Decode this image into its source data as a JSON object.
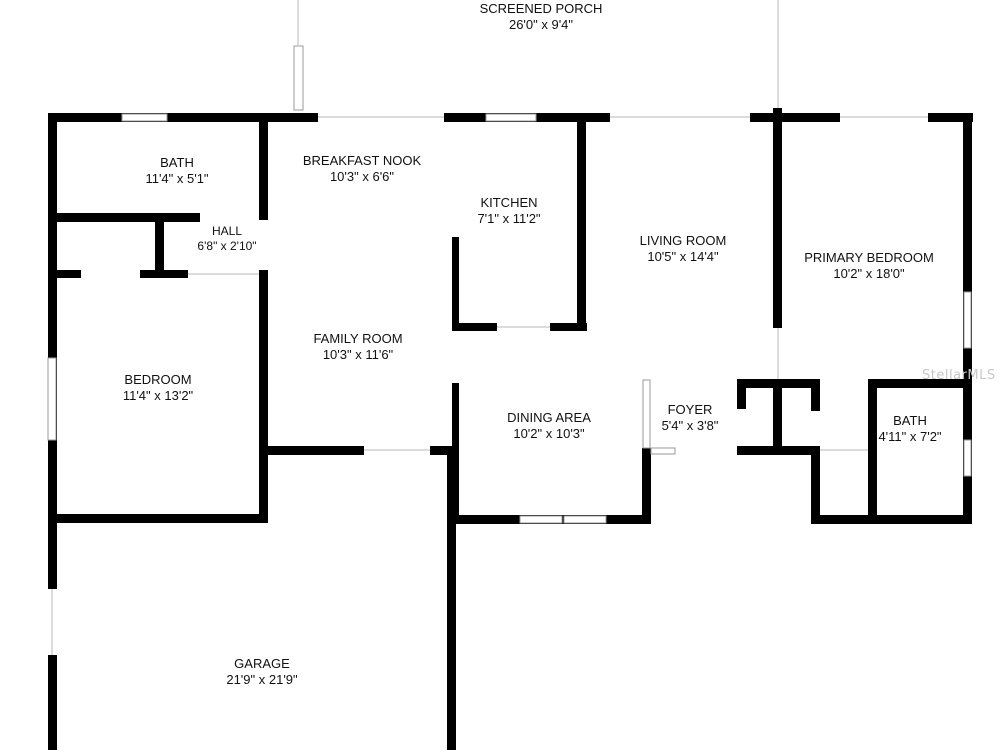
{
  "colors": {
    "wall": "#000000",
    "window": "#bfbfbf",
    "background": "#ffffff",
    "text": "#111111"
  },
  "rooms": [
    {
      "key": "screened_porch",
      "name": "SCREENED PORCH",
      "dims": "26'0\" x 9'4\""
    },
    {
      "key": "bath_1",
      "name": "BATH",
      "dims": "11'4\" x 5'1\""
    },
    {
      "key": "breakfast_nook",
      "name": "BREAKFAST NOOK",
      "dims": "10'3\" x 6'6\""
    },
    {
      "key": "kitchen",
      "name": "KITCHEN",
      "dims": "7'1\" x 11'2\""
    },
    {
      "key": "hall",
      "name": "HALL",
      "dims": "6'8\" x 2'10\""
    },
    {
      "key": "living_room",
      "name": "LIVING ROOM",
      "dims": "10'5\" x 14'4\""
    },
    {
      "key": "primary_bedroom",
      "name": "PRIMARY BEDROOM",
      "dims": "10'2\" x 18'0\""
    },
    {
      "key": "family_room",
      "name": "FAMILY ROOM",
      "dims": "10'3\" x 11'6\""
    },
    {
      "key": "bedroom",
      "name": "BEDROOM",
      "dims": "11'4\" x 13'2\""
    },
    {
      "key": "dining_area",
      "name": "DINING AREA",
      "dims": "10'2\" x 10'3\""
    },
    {
      "key": "foyer",
      "name": "FOYER",
      "dims": "5'4\" x 3'8\""
    },
    {
      "key": "bath_2",
      "name": "BATH",
      "dims": "4'11\" x 7'2\""
    },
    {
      "key": "garage",
      "name": "GARAGE",
      "dims": "21'9\" x 21'9\""
    }
  ],
  "watermark": "StellarMLS"
}
